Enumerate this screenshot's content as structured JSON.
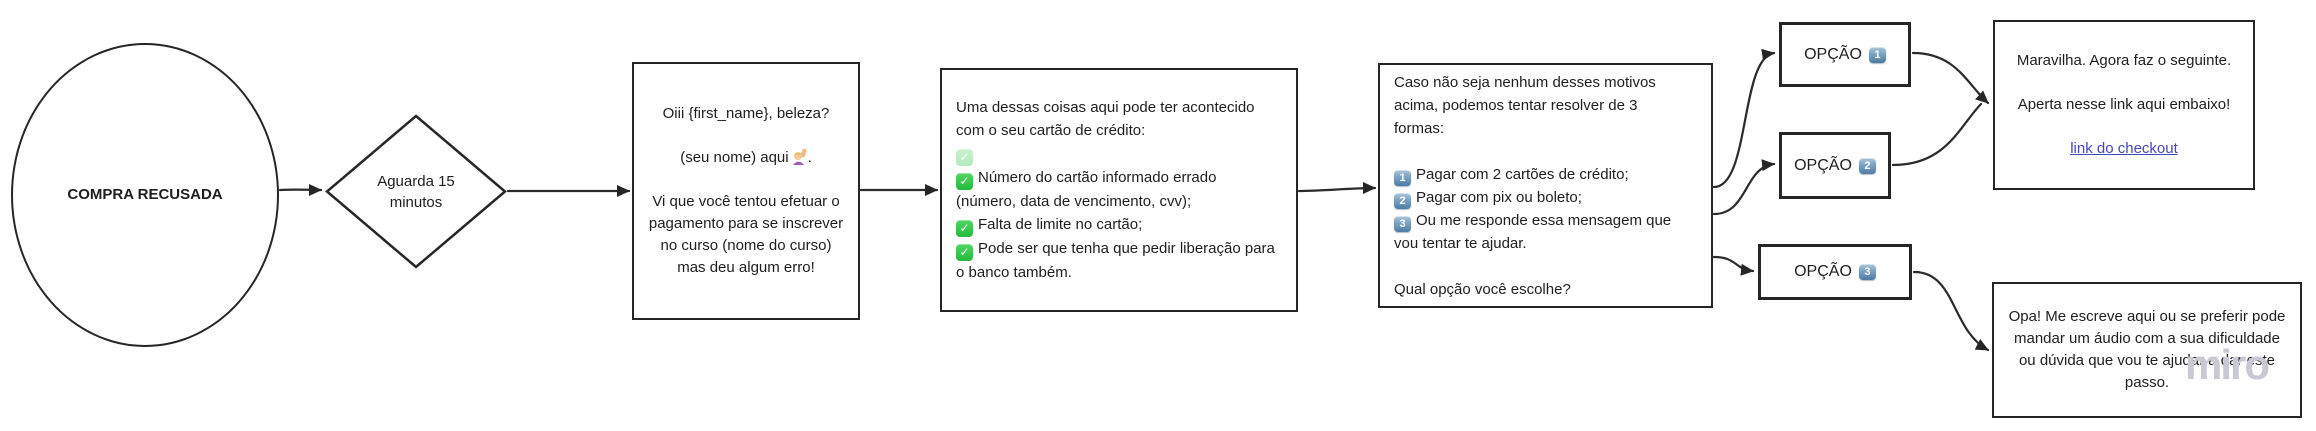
{
  "board": {
    "watermark": "miro"
  },
  "colors": {
    "shape_border": "#262626",
    "connector": "#2b2b2b",
    "text": "#1e1e1e",
    "link": "#4149c0",
    "keycap_blue": "#5e89ad",
    "check_green": "#2fc049",
    "watermark": "#c9c9d4"
  },
  "icons": {
    "check_glyph": "✓",
    "greeting_emoji": "woman-raising-hand"
  },
  "flow": {
    "start": {
      "label": "COMPRA RECUSADA"
    },
    "wait": {
      "label": "Aguarda 15 minutos"
    },
    "greeting": {
      "line1": "Oiii {first_name}, beleza?",
      "line2": "(seu nome) aqui",
      "line2_suffix": ".",
      "body": "Vi que você tentou efetuar o\npagamento para se inscrever\nno curso (nome do curso)\nmas deu algum erro!"
    },
    "reasons": {
      "intro": "Uma dessas coisas aqui pode ter acontecido\ncom o seu cartão de crédito:",
      "items": [
        {
          "icon": "check",
          "text": "Número do cartão informado errado\n(número, data de vencimento, cvv);"
        },
        {
          "icon": "check",
          "text": "Falta de limite no cartão;"
        },
        {
          "icon": "check",
          "text": "Pode ser que tenha que pedir liberação para\no banco também."
        }
      ]
    },
    "solutions": {
      "intro": "Caso não seja nenhum desses motivos\nacima, podemos tentar resolver de 3\nformas:",
      "options": [
        {
          "number": "1",
          "text": "Pagar com 2 cartões de crédito;"
        },
        {
          "number": "2",
          "text": "Pagar com pix ou boleto;"
        },
        {
          "number": "3",
          "text": "Ou me responde essa mensagem que\nvou tentar te ajudar."
        }
      ],
      "question": "Qual opção você escolhe?"
    },
    "option_nodes": [
      {
        "label": "OPÇÃO",
        "number": "1"
      },
      {
        "label": "OPÇÃO",
        "number": "2"
      },
      {
        "label": "OPÇÃO",
        "number": "3"
      }
    ],
    "checkout": {
      "line1": "Maravilha. Agora faz o seguinte.",
      "line2": "Aperta nesse link aqui embaixo!",
      "link_label": "link do checkout"
    },
    "help": {
      "text": "Opa! Me escreve aqui ou se preferir pode\nmandar um áudio com a sua dificuldade\nou dúvida que vou te ajudar a dar este\npasso."
    }
  }
}
